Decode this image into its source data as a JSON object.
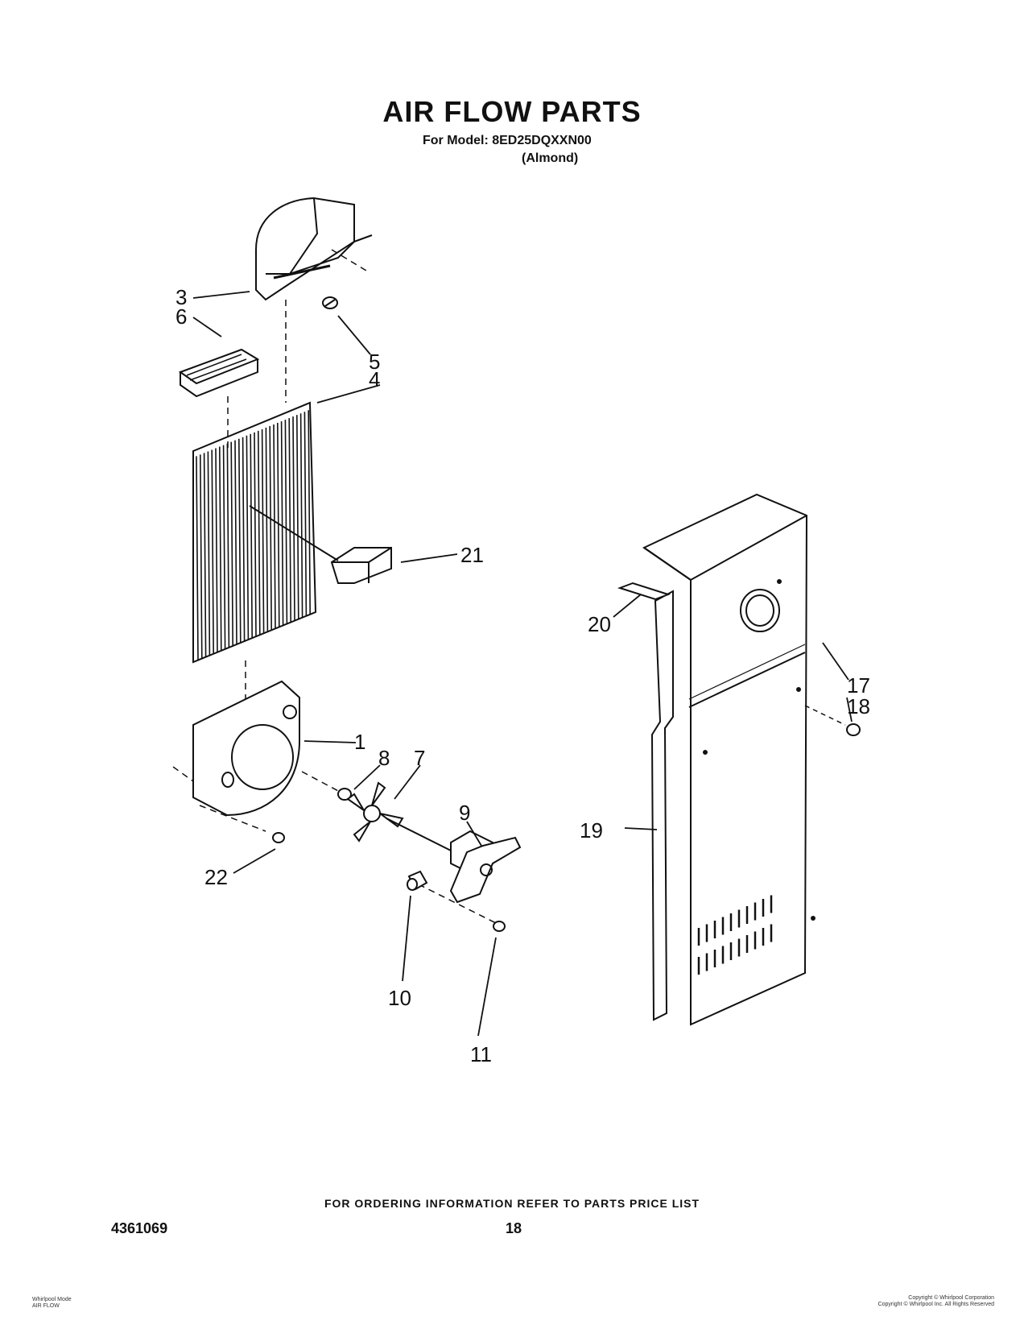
{
  "header": {
    "title": "AIR FLOW PARTS",
    "model_line": "For Model: 8ED25DQXXN00",
    "color_line": "(Almond)"
  },
  "callouts": [
    "1",
    "3",
    "4",
    "5",
    "6",
    "7",
    "8",
    "9",
    "10",
    "11",
    "17",
    "18",
    "19",
    "20",
    "21",
    "22"
  ],
  "footer": {
    "ordering_note": "FOR ORDERING INFORMATION REFER TO PARTS PRICE LIST",
    "part_number": "4361069",
    "page_number": "18"
  },
  "fine_print": {
    "left_line1": "Whirlpool Mode",
    "left_line2": "AIR FLOW",
    "right_line1": "Copyright © Whirlpool Corporation",
    "right_line2": "Copyright © Whirlpool Inc. All Rights Reserved"
  }
}
